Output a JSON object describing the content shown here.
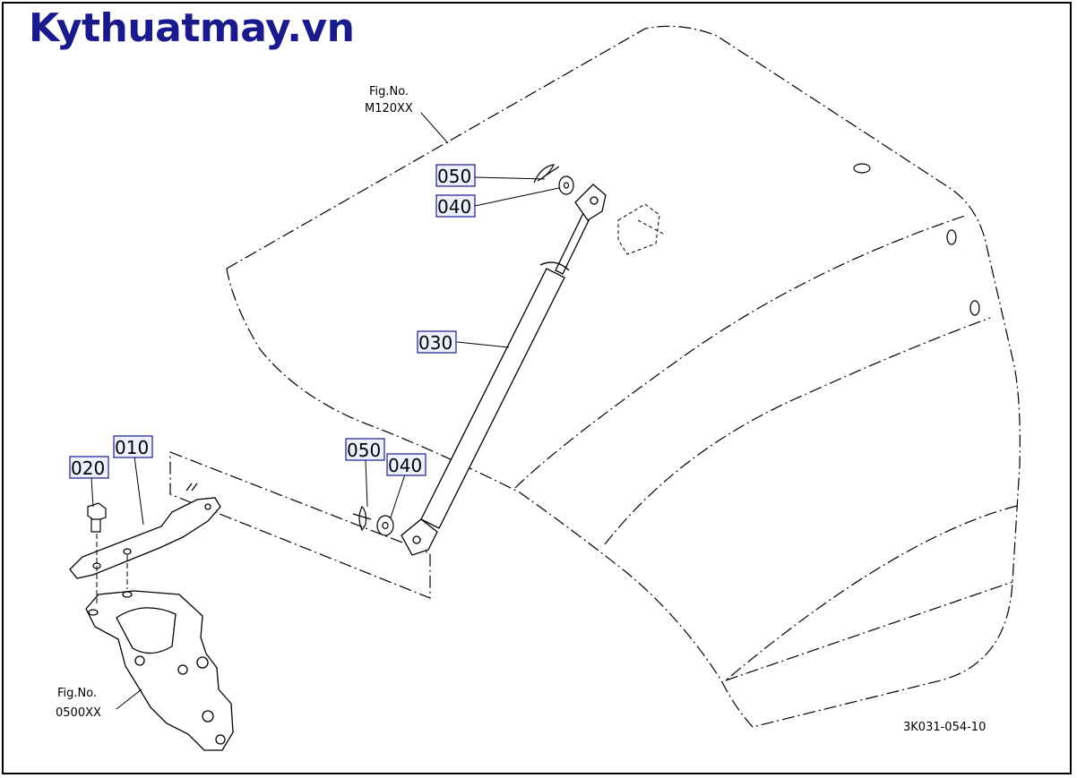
{
  "watermark": "Kythuatmay.vn",
  "references": {
    "hood_fig_label": "Fig.No.",
    "hood_fig_no": "M120XX",
    "bracket_fig_label": "Fig.No.",
    "bracket_fig_no": "0500XX"
  },
  "parts": [
    {
      "code": "010"
    },
    {
      "code": "020"
    },
    {
      "code": "030"
    },
    {
      "code": "040"
    },
    {
      "code": "050"
    }
  ],
  "callouts": {
    "top_050": "050",
    "top_040": "040",
    "mid_030": "030",
    "bottom_050": "050",
    "bottom_040": "040",
    "left_010": "010",
    "left_020": "020"
  },
  "drawing_code": "3K031-054-10",
  "colors": {
    "watermark": "#1a1a8c",
    "label_box_fill": "#eef0ff",
    "label_box_stroke": "#1a1a8c",
    "line": "#000000"
  }
}
